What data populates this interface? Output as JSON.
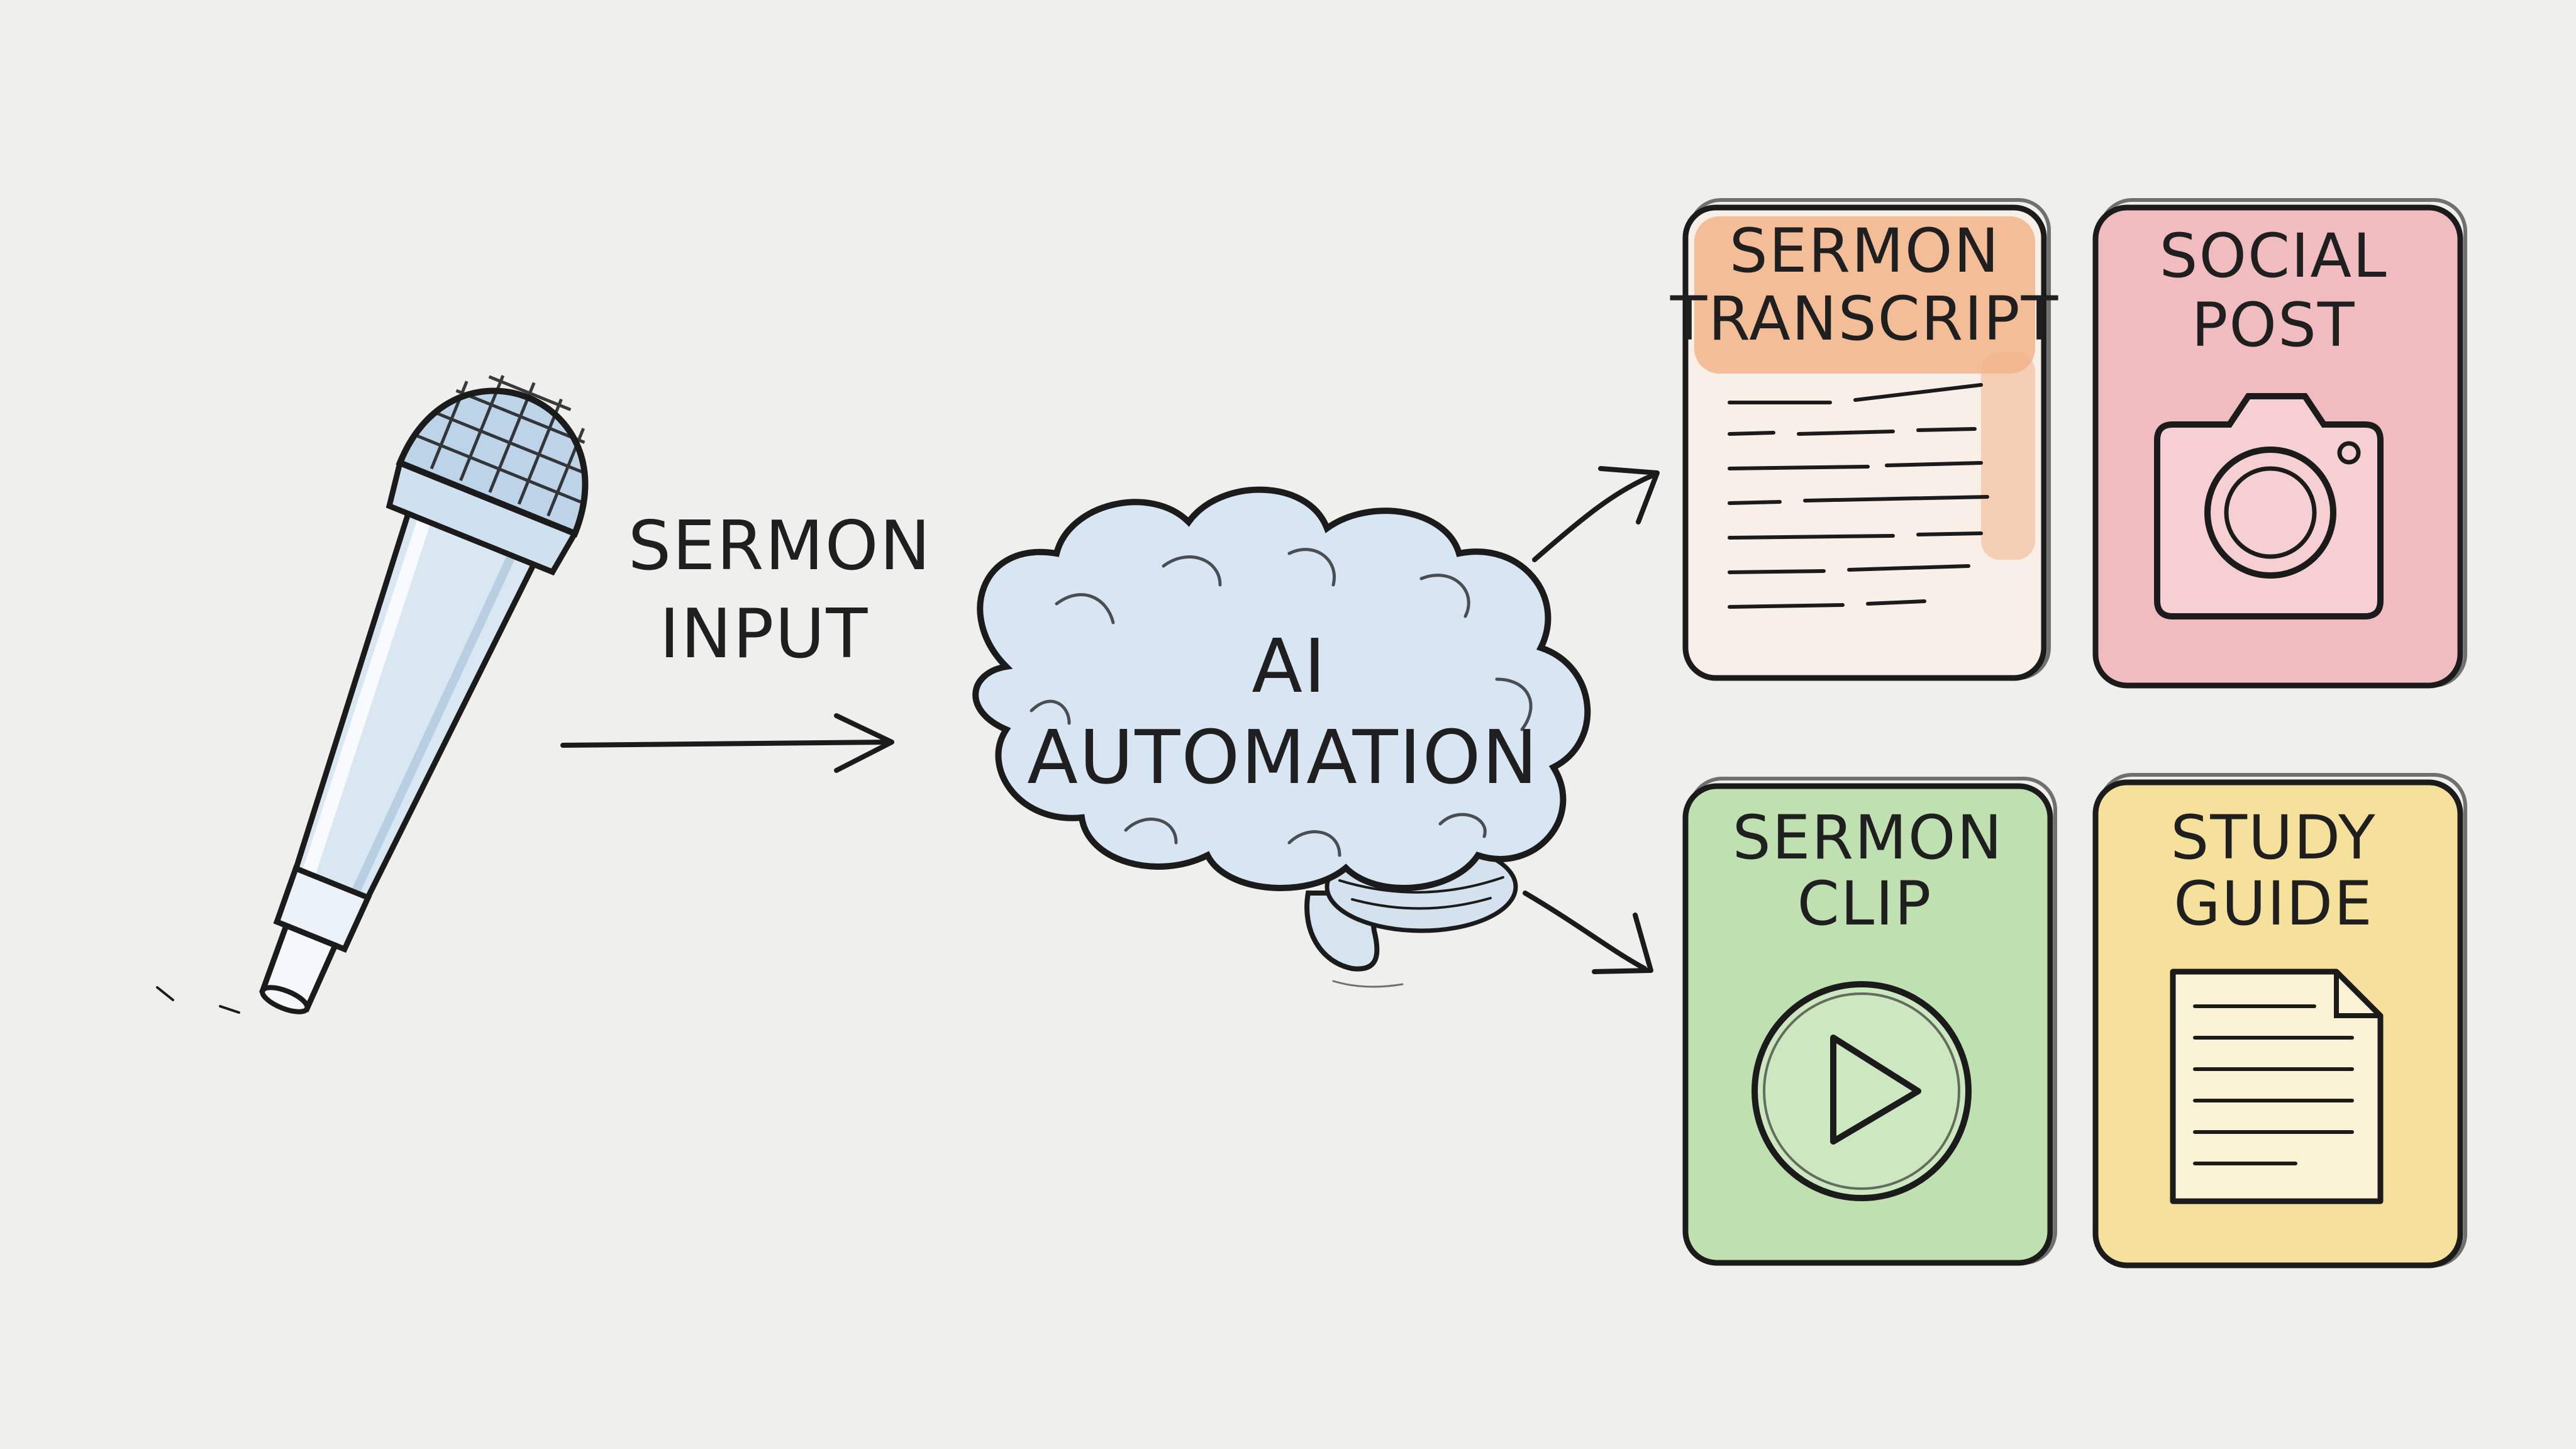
{
  "input": {
    "label_line1": "SERMON",
    "label_line2": "INPUT",
    "icon": "microphone-icon"
  },
  "hub": {
    "label_line1": "AI",
    "label_line2": "AUTOMATION",
    "icon": "brain-icon"
  },
  "outputs": [
    {
      "line1": "SERMON",
      "line2": "TRANSCRIPT",
      "icon": "document-lines-icon",
      "color": "#f2b48a"
    },
    {
      "line1": "SOCIAL",
      "line2": "POST",
      "icon": "camera-icon",
      "color": "#f1bcc0"
    },
    {
      "line1": "SERMON",
      "line2": "CLIP",
      "icon": "play-button-icon",
      "color": "#bfe0b0"
    },
    {
      "line1": "STUDY",
      "line2": "GUIDE",
      "icon": "paper-document-icon",
      "color": "#f6e19c"
    }
  ],
  "colors": {
    "background": "#efefed",
    "ink": "#1b1b1b",
    "microphone": "#c9dcee",
    "brain": "#c8dcec"
  }
}
